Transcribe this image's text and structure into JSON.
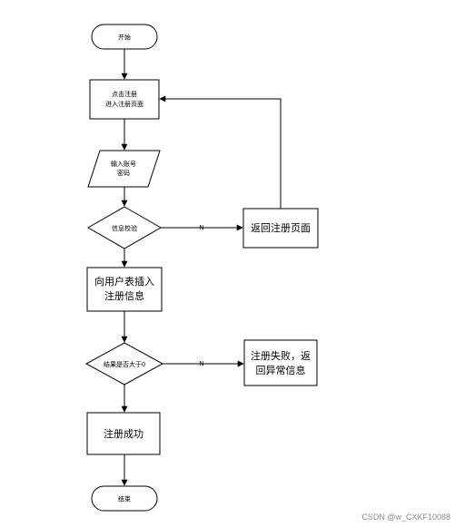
{
  "nodes": {
    "start": "开始",
    "click_line1": "点击注册",
    "click_line2": "进入注册页面",
    "input_line1": "输入账号",
    "input_line2": "密码",
    "check": "信息校验",
    "insert_line1": "向用户表插入",
    "insert_line2": "注册信息",
    "result_check": "结果是否大于0",
    "success": "注册成功",
    "end": "结束",
    "return_page": "返回注册页面",
    "fail_line1": "注册失败，返",
    "fail_line2": "回异常信息"
  },
  "edge_labels": {
    "no_1": "N",
    "no_2": "N"
  },
  "watermark": "CSDN @w_CXKF10088"
}
